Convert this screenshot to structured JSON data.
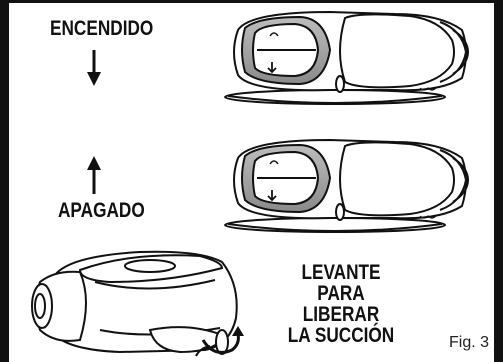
{
  "labels": {
    "on": "ENCENDIDO",
    "off": "APAGADO",
    "lift_lines": [
      "LEVANTE PARA",
      "LIBERAR",
      "LA SUCCIÓN"
    ],
    "figure": "Fig. 3"
  },
  "colors": {
    "ink": "#111111",
    "shade": "#7a7a7a",
    "background": "#ffffff"
  },
  "icons": {
    "down_arrow": "down-arrow-icon",
    "up_arrow": "up-arrow-icon",
    "curved_arrow": "curved-lift-arrow-icon"
  }
}
